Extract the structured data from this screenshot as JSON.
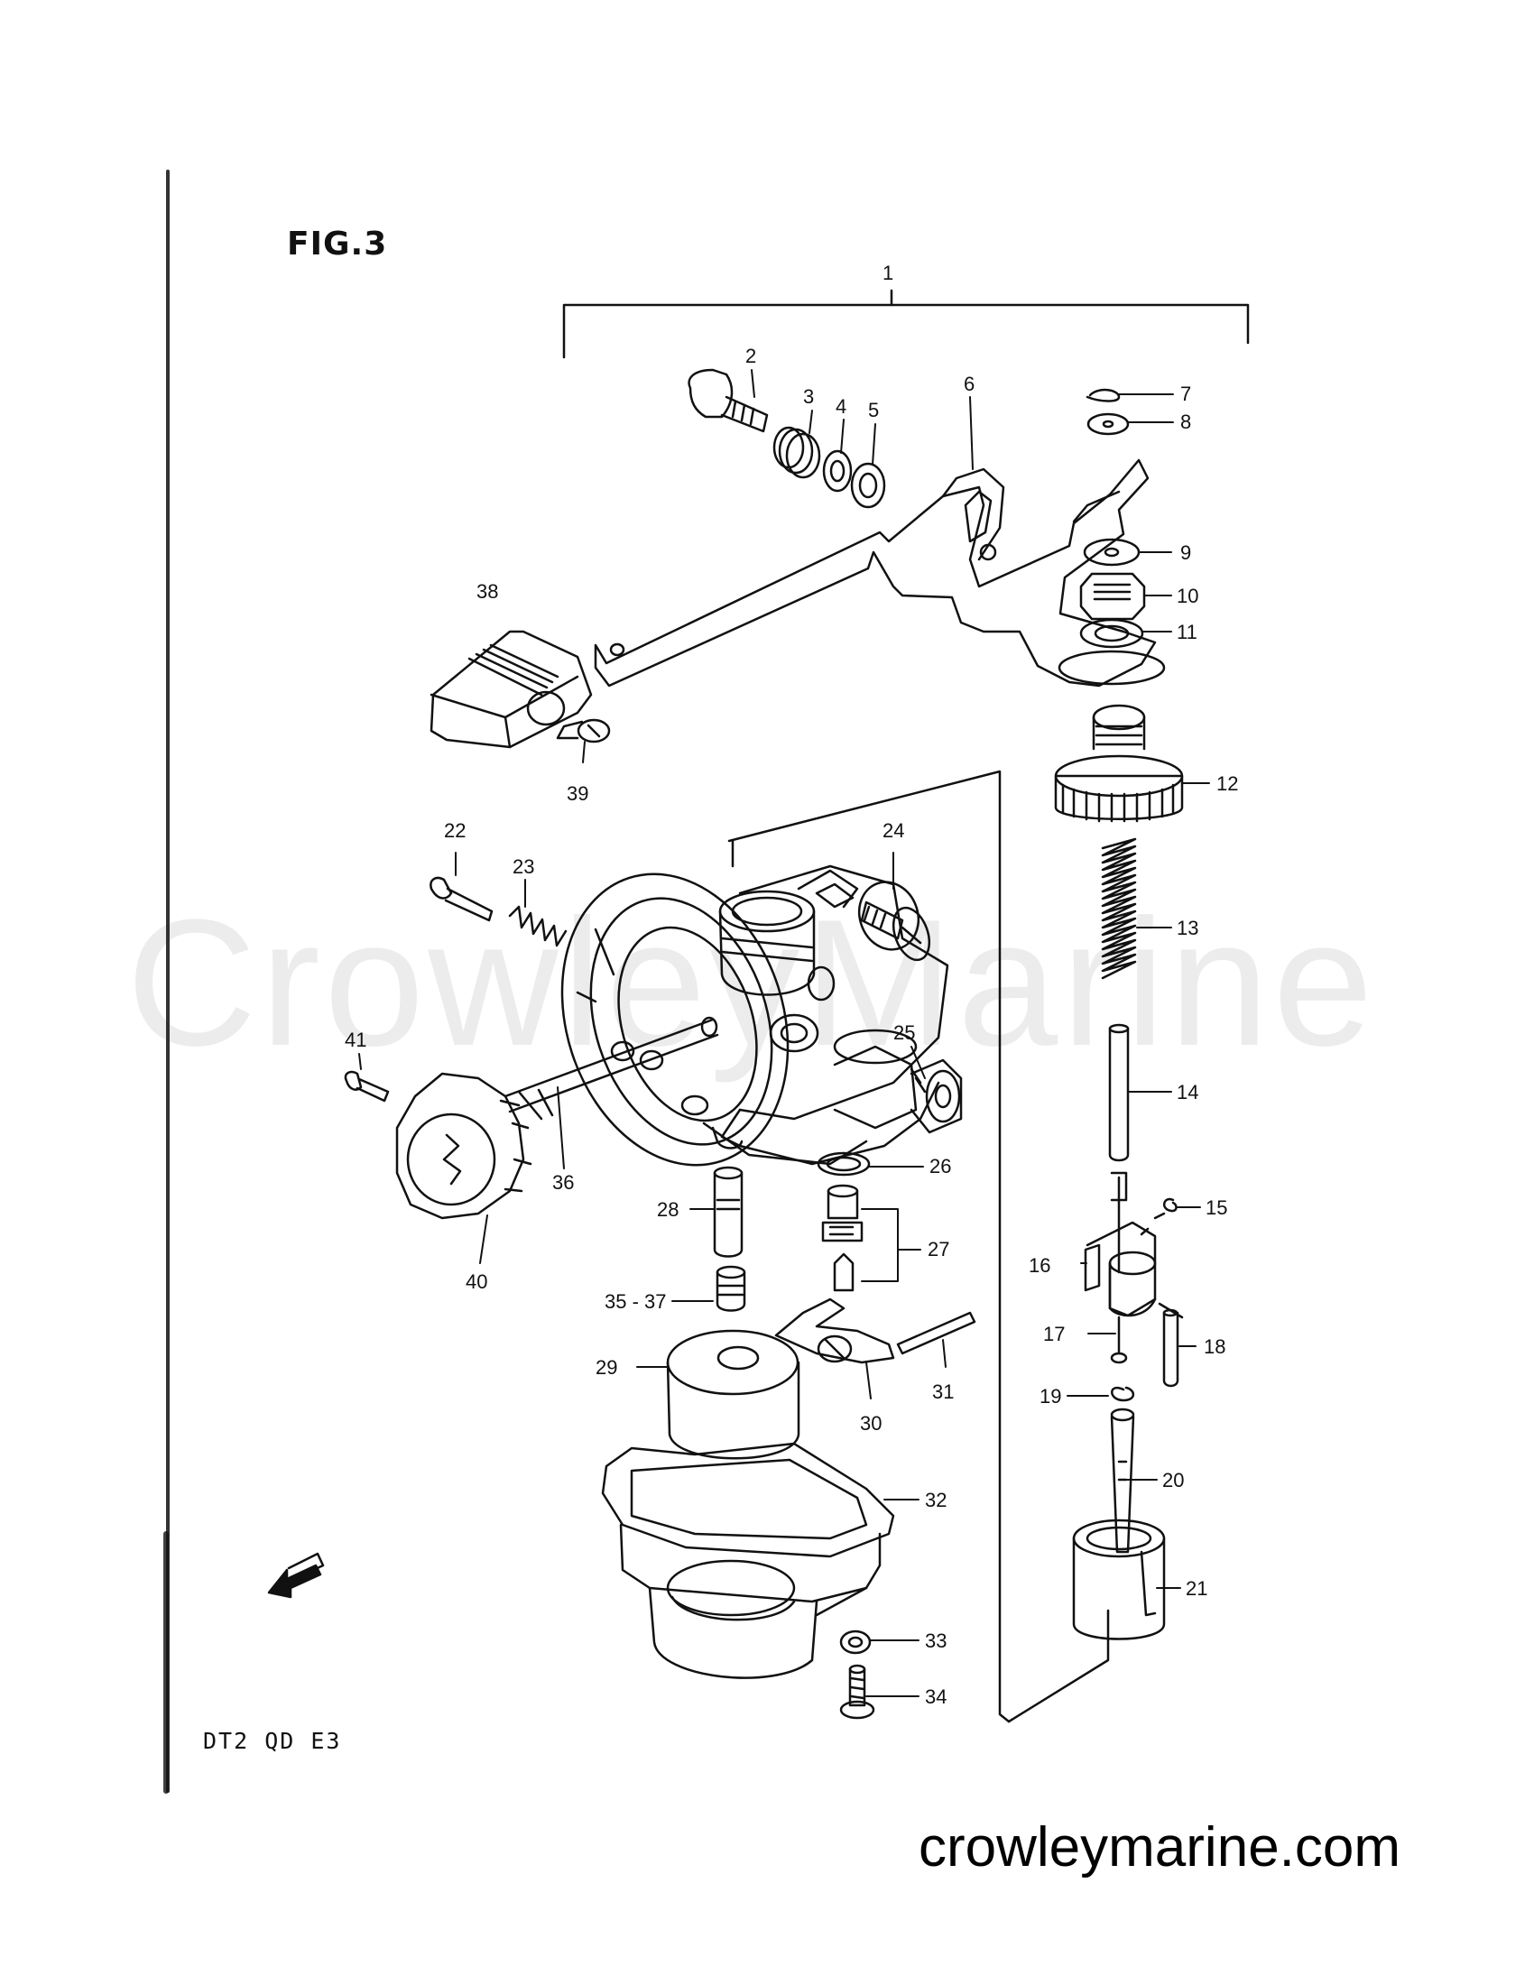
{
  "figure": {
    "title": "FIG.3",
    "model_code": "DT2 QD E3",
    "website": "crowleymarine.com",
    "watermark": "CrowleyMarine",
    "fwd_arrow_label": "FWD"
  },
  "callouts": [
    {
      "id": "1",
      "label": "1"
    },
    {
      "id": "2",
      "label": "2"
    },
    {
      "id": "3",
      "label": "3"
    },
    {
      "id": "4",
      "label": "4"
    },
    {
      "id": "5",
      "label": "5"
    },
    {
      "id": "6",
      "label": "6"
    },
    {
      "id": "7",
      "label": "7"
    },
    {
      "id": "8",
      "label": "8"
    },
    {
      "id": "9",
      "label": "9"
    },
    {
      "id": "10",
      "label": "10"
    },
    {
      "id": "11",
      "label": "11"
    },
    {
      "id": "12",
      "label": "12"
    },
    {
      "id": "13",
      "label": "13"
    },
    {
      "id": "14",
      "label": "14"
    },
    {
      "id": "15",
      "label": "15"
    },
    {
      "id": "16",
      "label": "16"
    },
    {
      "id": "17",
      "label": "17"
    },
    {
      "id": "18",
      "label": "18"
    },
    {
      "id": "19",
      "label": "19"
    },
    {
      "id": "20",
      "label": "20"
    },
    {
      "id": "21",
      "label": "21"
    },
    {
      "id": "22",
      "label": "22"
    },
    {
      "id": "23",
      "label": "23"
    },
    {
      "id": "24",
      "label": "24"
    },
    {
      "id": "25",
      "label": "25"
    },
    {
      "id": "26",
      "label": "26"
    },
    {
      "id": "27",
      "label": "27"
    },
    {
      "id": "28",
      "label": "28"
    },
    {
      "id": "29",
      "label": "29"
    },
    {
      "id": "30",
      "label": "30"
    },
    {
      "id": "31",
      "label": "31"
    },
    {
      "id": "32",
      "label": "32"
    },
    {
      "id": "33",
      "label": "33"
    },
    {
      "id": "34",
      "label": "34"
    },
    {
      "id": "35-37",
      "label": "35 - 37"
    },
    {
      "id": "36",
      "label": "36"
    },
    {
      "id": "38",
      "label": "38"
    },
    {
      "id": "39",
      "label": "39"
    },
    {
      "id": "40",
      "label": "40"
    },
    {
      "id": "41",
      "label": "41"
    }
  ]
}
